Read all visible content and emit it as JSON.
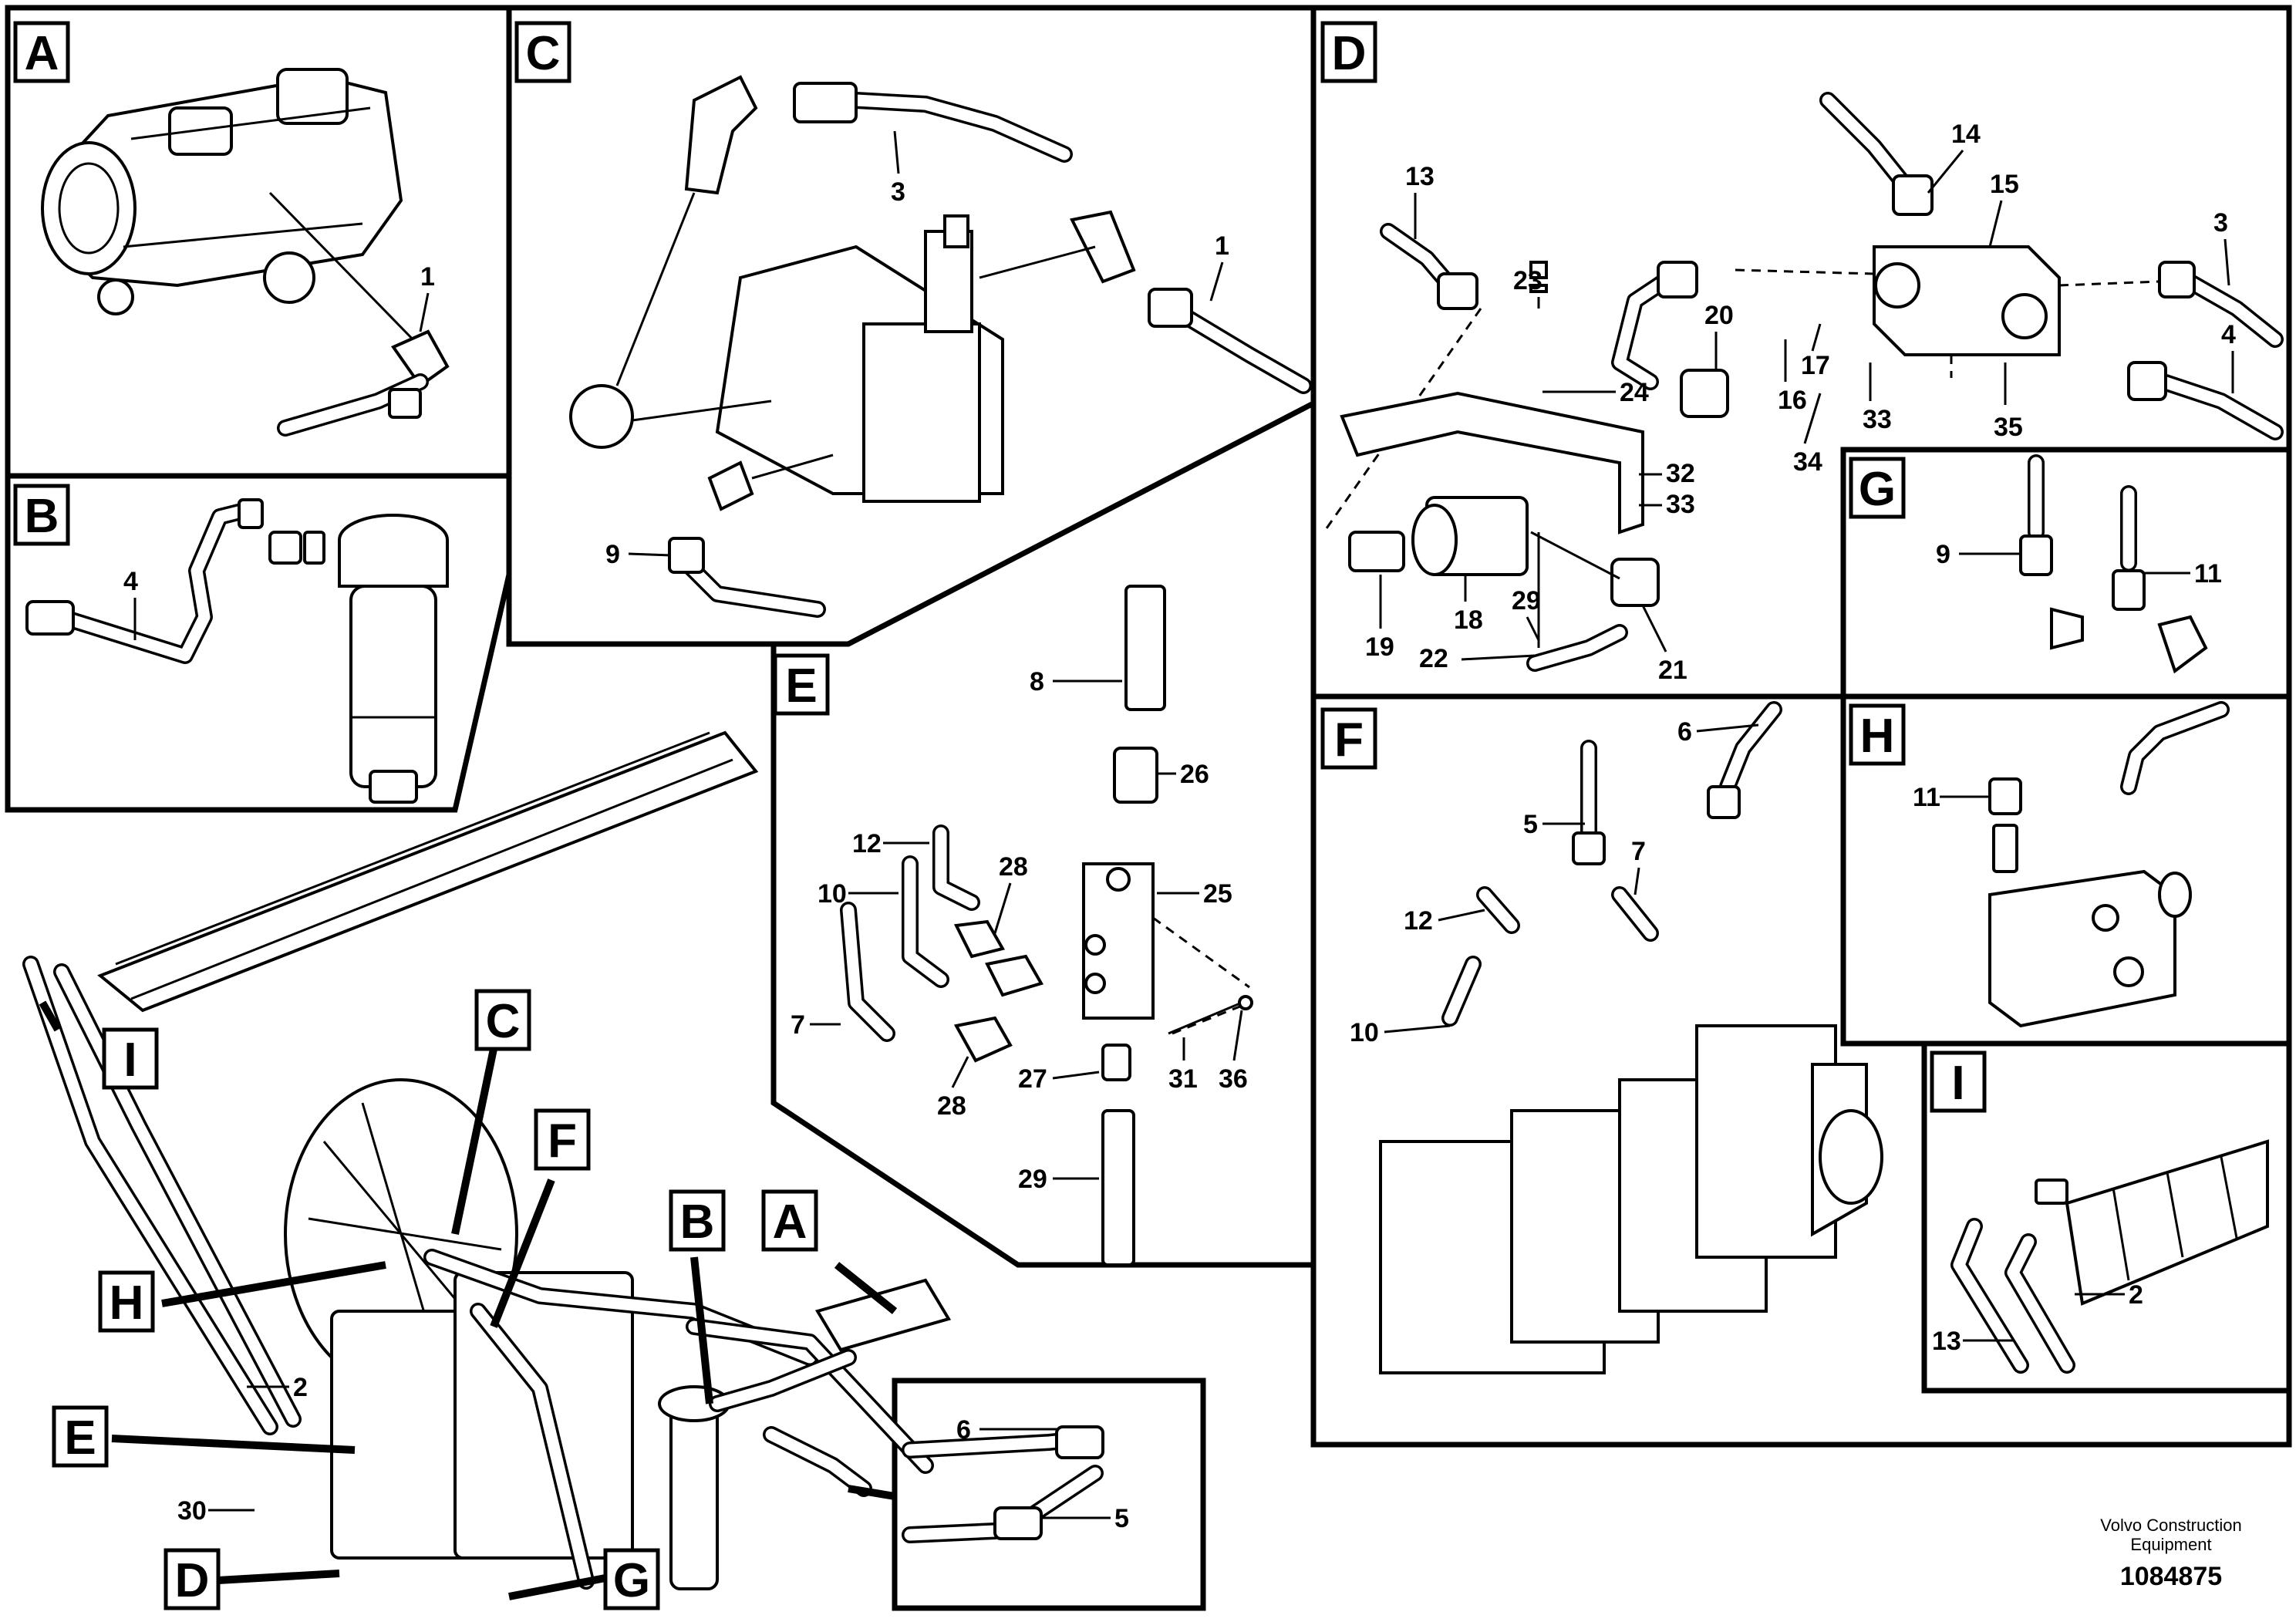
{
  "panels": {
    "A": {
      "label": "A",
      "parts": [
        "1"
      ]
    },
    "B": {
      "label": "B",
      "parts": [
        "4"
      ]
    },
    "C": {
      "label": "C",
      "parts": [
        "3",
        "1",
        "9"
      ]
    },
    "D": {
      "label": "D",
      "parts": [
        "13",
        "23",
        "24",
        "20",
        "14",
        "15",
        "3",
        "17",
        "16",
        "33",
        "4",
        "35",
        "34",
        "32",
        "33",
        "18",
        "19",
        "22",
        "29",
        "21"
      ]
    },
    "E": {
      "label": "E",
      "parts": [
        "8",
        "26",
        "12",
        "28",
        "10",
        "25",
        "7",
        "28",
        "27",
        "31",
        "36",
        "29"
      ]
    },
    "F": {
      "label": "F",
      "parts": [
        "6",
        "5",
        "7",
        "12",
        "10"
      ]
    },
    "G": {
      "label": "G",
      "parts": [
        "9",
        "11"
      ]
    },
    "H": {
      "label": "H",
      "parts": [
        "11"
      ]
    },
    "I": {
      "label": "I",
      "parts": [
        "13",
        "2"
      ]
    }
  },
  "overview": {
    "callouts": [
      "C",
      "F",
      "B",
      "A",
      "H",
      "E",
      "D",
      "G",
      "I"
    ],
    "parts": [
      "2",
      "30"
    ],
    "inset_parts": [
      "6",
      "5"
    ]
  },
  "footer": {
    "company_line1": "Volvo Construction",
    "company_line2": "Equipment",
    "drawing_number": "1084875"
  }
}
